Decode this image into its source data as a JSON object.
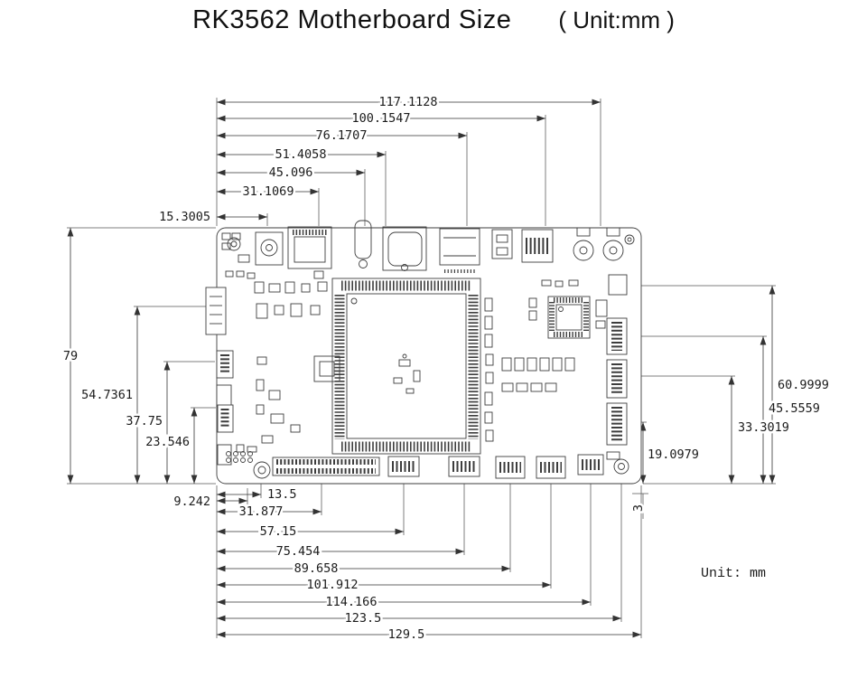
{
  "title": {
    "main": "RK3562 Motherboard Size",
    "suffix": "( Unit:mm )"
  },
  "unit_note": "Unit: mm",
  "dimensions": {
    "top": [
      "117.1128",
      "100.1547",
      "76.1707",
      "51.4058",
      "45.096",
      "31.1069",
      "15.3005"
    ],
    "left": [
      "79",
      "54.7361",
      "37.75",
      "23.546"
    ],
    "right": [
      "60.9999",
      "45.5559",
      "33.3019",
      "19.0979"
    ],
    "bottom": [
      "13.5",
      "9.242",
      "31.877",
      "57.15",
      "75.454",
      "89.658",
      "101.912",
      "114.166",
      "123.5",
      "129.5"
    ],
    "edge": "3"
  }
}
